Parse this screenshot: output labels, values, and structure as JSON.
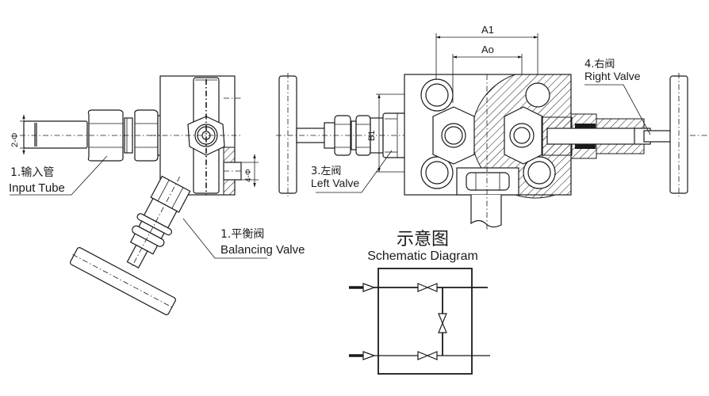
{
  "figure": {
    "type": "technical-drawing",
    "subject": "3-valve manifold with balancing valve"
  },
  "dimensions": {
    "a1": "A1",
    "ao": "Ao",
    "b1": "B1",
    "inlet_diameter": "2-Φ",
    "outlet_diameter": "4-Φ"
  },
  "callouts": {
    "input_tube": {
      "cn": "1.输入管",
      "en": "Input Tube"
    },
    "balancing_valve": {
      "cn": "1.平衡阀",
      "en": "Balancing Valve"
    },
    "left_valve": {
      "cn": "3.左阀",
      "en": "Left Valve"
    },
    "right_valve": {
      "cn": "4.右阀",
      "en": "Right Valve"
    }
  },
  "schematic": {
    "title_cn": "示意图",
    "title_en": "Schematic Diagram",
    "inlets": 2,
    "valves": [
      "top-valve",
      "balance-valve",
      "bottom-valve"
    ]
  },
  "colors": {
    "line": "#1a1a1a",
    "background": "#ffffff"
  }
}
